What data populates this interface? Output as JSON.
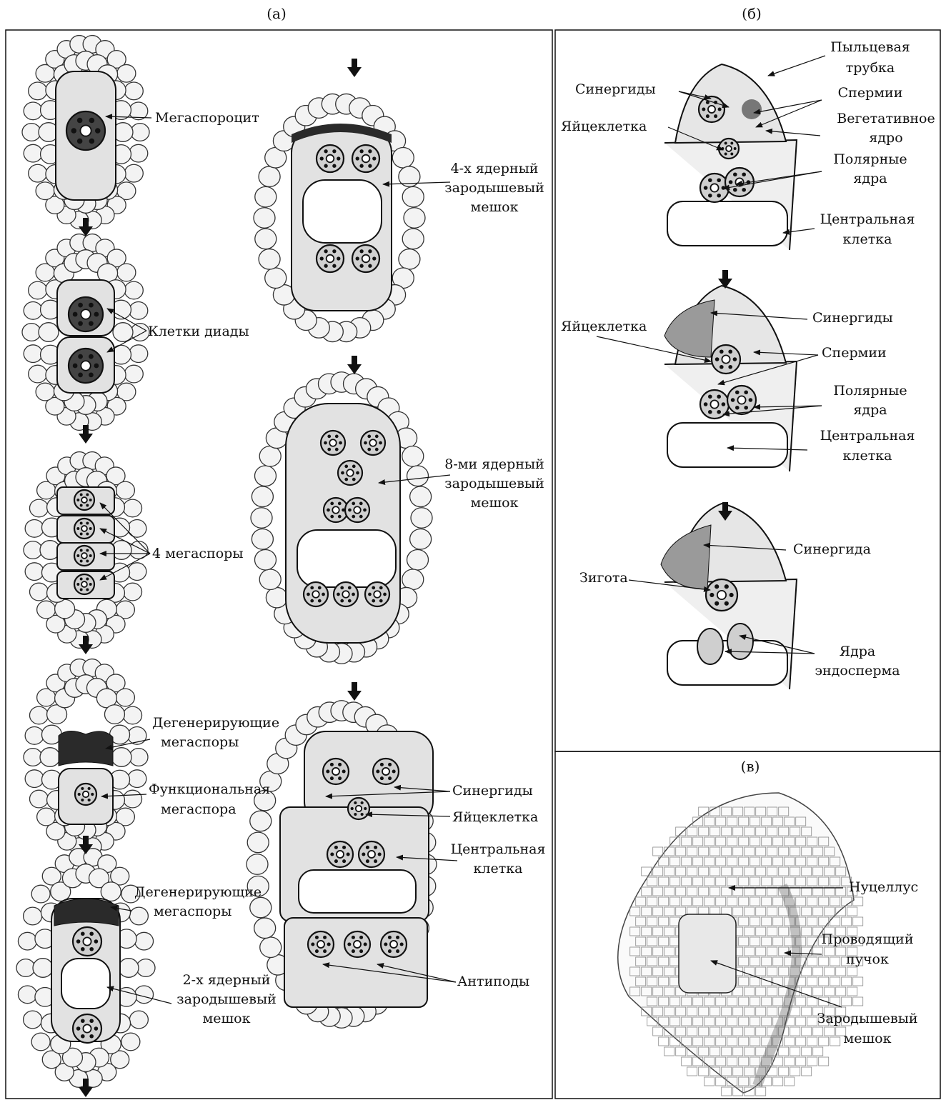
{
  "panels": {
    "a": {
      "title": "(а)",
      "labels": {
        "megasporocyte": "Мегаспороцит",
        "dyad": "Клетки диады",
        "four_megaspores": "4 мегаспоры",
        "degen1_l1": "Дегенерирующие",
        "degen1_l2": "мегаспоры",
        "functional_l1": "Функциональная",
        "functional_l2": "мегаспора",
        "degen2_l1": "Дегенерирующие",
        "degen2_l2": "мегаспоры",
        "sac2_l1": "2-х ядерный",
        "sac2_l2": "зародышевый",
        "sac2_l3": "мешок",
        "sac4_l1": "4-х ядерный",
        "sac4_l2": "зародышевый",
        "sac4_l3": "мешок",
        "sac8_l1": "8-ми ядерный",
        "sac8_l2": "зародышевый",
        "sac8_l3": "мешок",
        "synergids": "Синергиды",
        "egg": "Яйцеклетка",
        "central_l1": "Центральная",
        "central_l2": "клетка",
        "antipodes": "Антиподы"
      }
    },
    "b": {
      "title": "(б)",
      "labels": {
        "pollen_l1": "Пыльцевая",
        "pollen_l2": "трубка",
        "synergids1": "Синергиды",
        "sperm1": "Спермии",
        "egg1": "Яйцеклетка",
        "veg_l1": "Вегетативное",
        "veg_l2": "ядро",
        "polar1_l1": "Полярные",
        "polar1_l2": "ядра",
        "central1_l1": "Центральная",
        "central1_l2": "клетка",
        "synergids2": "Синергиды",
        "egg2": "Яйцеклетка",
        "sperm2": "Спермии",
        "polar2_l1": "Полярные",
        "polar2_l2": "ядра",
        "central2_l1": "Центральная",
        "central2_l2": "клетка",
        "synergid3": "Синергида",
        "zygote": "Зигота",
        "endo_l1": "Ядра",
        "endo_l2": "эндосперма"
      }
    },
    "c": {
      "title": "(в)",
      "labels": {
        "nucellus": "Нуцеллус",
        "bundle_l1": "Проводящий",
        "bundle_l2": "пучок",
        "sac_l1": "Зародышевый",
        "sac_l2": "мешок"
      }
    }
  },
  "colors": {
    "ink": "#111111",
    "cell_fill": "#efefef",
    "cytoplasm": "#e2e2e2",
    "nucleus": "#cfcfcf",
    "degenerate": "#2a2a2a"
  }
}
